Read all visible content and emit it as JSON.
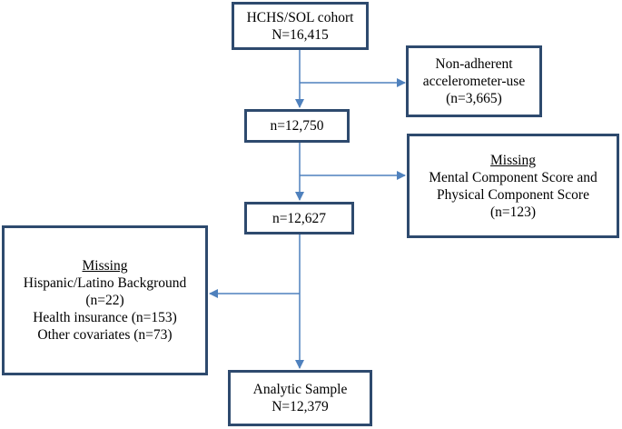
{
  "colors": {
    "box_border": "#2e4a6e",
    "arrow": "#4f81bd"
  },
  "nodes": {
    "cohort": {
      "line1": "HCHS/SOL cohort",
      "line2": "N=16,415"
    },
    "nonadherent": {
      "line1": "Non-adherent",
      "line2": "accelerometer-use",
      "line3": "(n=3,665)"
    },
    "n1": {
      "label": "n=12,750"
    },
    "missing_scores": {
      "heading": "Missing",
      "line1": "Mental Component Score and",
      "line2": "Physical Component Score",
      "line3": "(n=123)"
    },
    "n2": {
      "label": "n=12,627"
    },
    "missing_covariates": {
      "heading": "Missing",
      "line1": "Hispanic/Latino Background",
      "line2": "(n=22)",
      "line3": "Health insurance (n=153)",
      "line4": "Other covariates (n=73)"
    },
    "analytic": {
      "line1": "Analytic Sample",
      "line2": "N=12,379"
    }
  }
}
